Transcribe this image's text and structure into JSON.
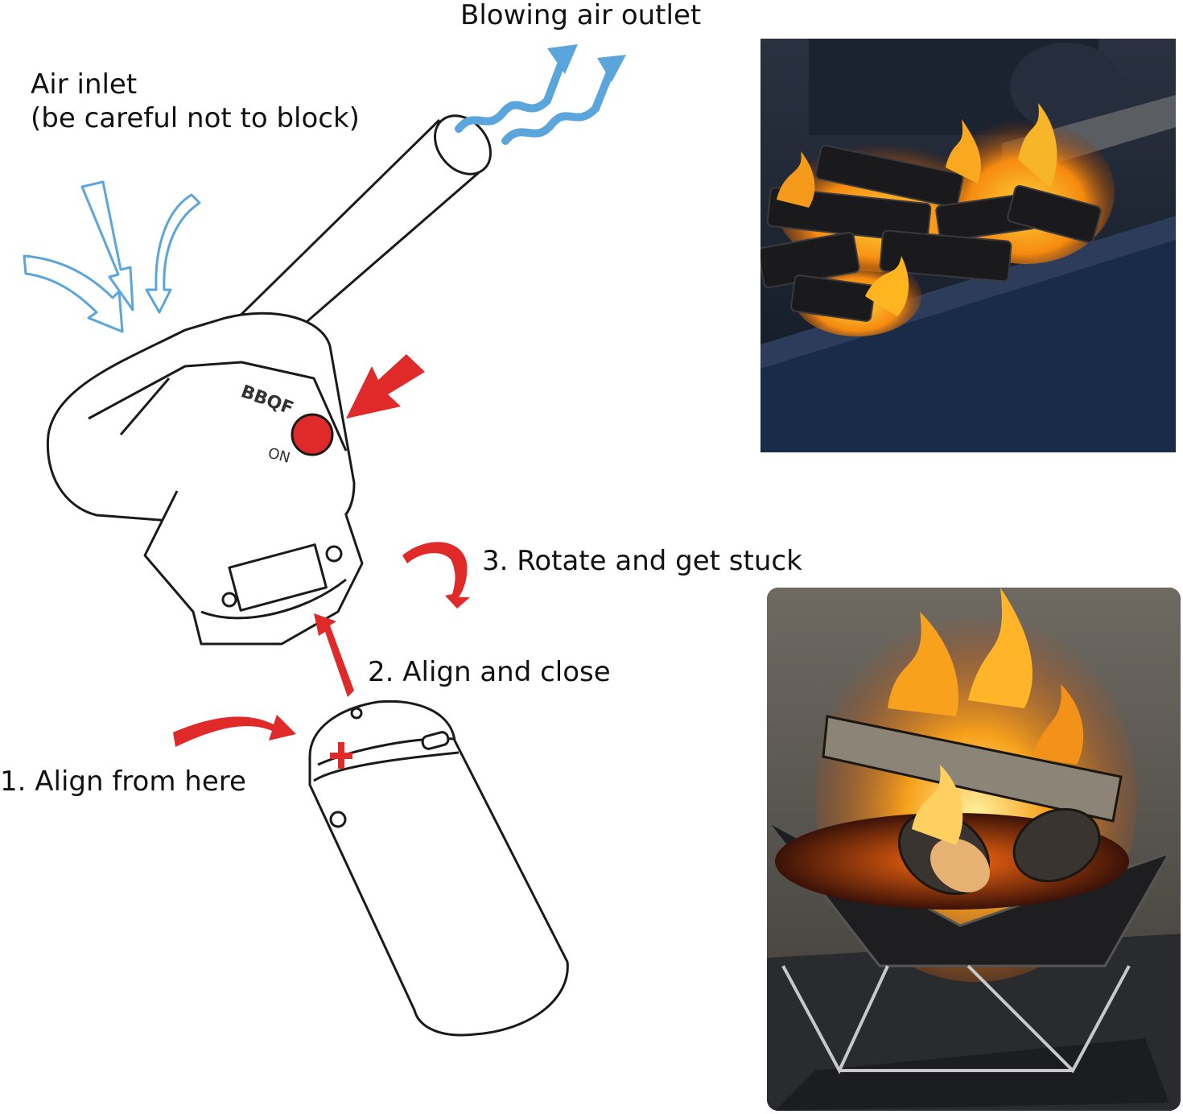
{
  "labels": {
    "outlet": "Blowing air outlet",
    "inlet_line1": "Air inlet",
    "inlet_line2": "(be careful not to block)",
    "step3": "3. Rotate and get stuck",
    "step2": "2. Align and close",
    "step1": "1. Align from here"
  },
  "device_markings": {
    "brand": "BBQF",
    "switch_on": "ON"
  },
  "colors": {
    "air_arrow_blue": "#5aa6dc",
    "red_arrow": "#e02a2a",
    "outline": "#1a1a1a"
  },
  "photos": {
    "top_right": "charcoal-grill-photo",
    "bottom_right": "campfire-photo"
  }
}
